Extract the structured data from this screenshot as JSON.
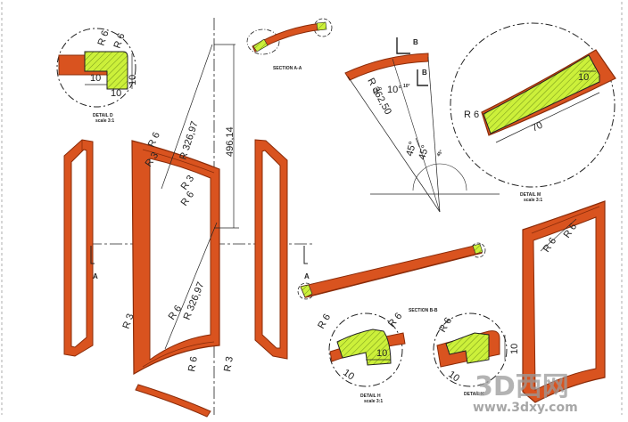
{
  "colors": {
    "frame": "#d9531f",
    "frame_dark": "#8a2c0a",
    "hatch_fill": "#ccf03a",
    "hatch_line": "#5a7a10",
    "line": "#222222",
    "watermark": "#8a8a8a"
  },
  "detail_d": {
    "r1": "R 6",
    "r2": "R 6",
    "d1": "10",
    "d2": "10",
    "d3": "10",
    "label": "DETAIL D",
    "scale": "scale 3:1"
  },
  "section_a": {
    "label": "SECTION A-A"
  },
  "main_view": {
    "r_large_top": "R 326,97",
    "r_large_bottom": "R 326,97",
    "height": "496,14",
    "r6_a": "R 6",
    "r3_a": "R 3",
    "r3_b": "R 3",
    "r6_b": "R 6",
    "r3_c": "R 3",
    "r6_c": "R 6",
    "r6_d": "R 6",
    "r3_d": "R 3",
    "arrow_a_left": "A",
    "arrow_a_right": "A"
  },
  "arc_view": {
    "radius": "R 362,50",
    "angle_0": "0°",
    "angle_10": "10°",
    "angle_small": "10°",
    "angle_45a": "45°",
    "angle_45b": "45°",
    "angle_45c": "45°",
    "cut_b_top": "B",
    "cut_b_bottom": "B"
  },
  "detail_m": {
    "r": "R 6",
    "len": "70",
    "d": "10",
    "label": "DETAIL M",
    "scale": "scale 3:1"
  },
  "section_b": {
    "label": "SECTION B-B"
  },
  "detail_h": {
    "r1": "R 6",
    "r2": "R 6",
    "d1": "10",
    "d2": "10",
    "label": "DETAIL H",
    "scale": "scale 3:1"
  },
  "detail_k": {
    "r1": "R 6",
    "d1": "10",
    "d2": "10",
    "label": "DETAIL K"
  },
  "iso_right": {
    "r1": "R 6",
    "r2": "R 6"
  },
  "watermark": {
    "text": "3D西网",
    "url": "www.3dxy.com"
  }
}
